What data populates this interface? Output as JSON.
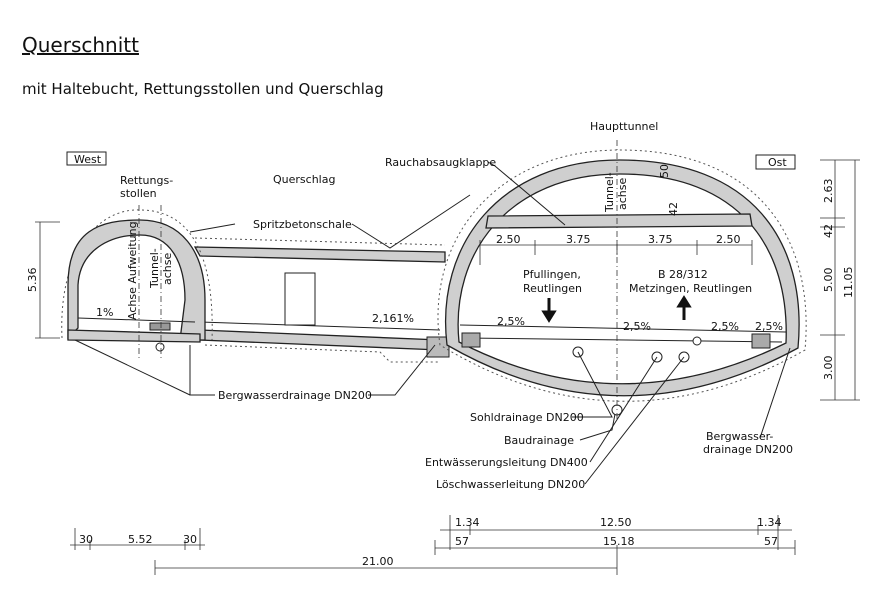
{
  "title": "Querschnitt",
  "subtitle": "mit Haltebucht, Rettungsstollen und Querschlag",
  "labels": {
    "west": "West",
    "ost": "Ost",
    "rettungsstollen_1": "Rettungs-",
    "rettungsstollen_2": "stollen",
    "querschlag": "Querschlag",
    "haupttunnel": "Haupttunnel",
    "rauchabsaugklappe": "Rauchabsaugklappe",
    "spritzbetonschale": "Spritzbetonschale",
    "achse_aufweitung": "Achse Aufweitung",
    "tunnelachse_1": "Tunnel-",
    "tunnelachse_2": "achse",
    "bergwasserdrainage": "Bergwasserdrainage DN200",
    "sohldrainage": "Sohldrainage DN200",
    "baudrainage": "Baudrainage",
    "entwaesserung": "Entwässerungsleitung DN400",
    "loeschwasser": "Löschwasserleitung DN200",
    "bergwasser_ost_1": "Bergwasser-",
    "bergwasser_ost_2": "drainage DN200",
    "dir_left_1": "Pfullingen,",
    "dir_left_2": "Reutlingen",
    "dir_right_1": "B  28/312",
    "dir_right_2": "Metzingen,  Reutlingen"
  },
  "slopes": {
    "s1": "1%",
    "s2": "2,161%",
    "s3": "2,5%",
    "s4": "2,5%",
    "s5": "2,5%",
    "s6": "2,5%"
  },
  "dimensions": {
    "left_height": "5.36",
    "lane_1": "2.50",
    "lane_2": "3.75",
    "lane_3": "3.75",
    "lane_4": "2.50",
    "shell_thickness": "50",
    "ceiling_thickness": "42",
    "right_1": "2.63",
    "right_2": "42",
    "right_3": "5.00",
    "right_4": "3.00",
    "right_total": "11.05",
    "bottom_left_1": "30",
    "bottom_left_2": "5.52",
    "bottom_left_3": "30",
    "bottom_right_top_1": "1.34",
    "bottom_right_top_2": "12.50",
    "bottom_right_top_3": "1.34",
    "bottom_right_1": "57",
    "bottom_right_2": "15.18",
    "bottom_right_3": "57",
    "overall": "21.00"
  }
}
